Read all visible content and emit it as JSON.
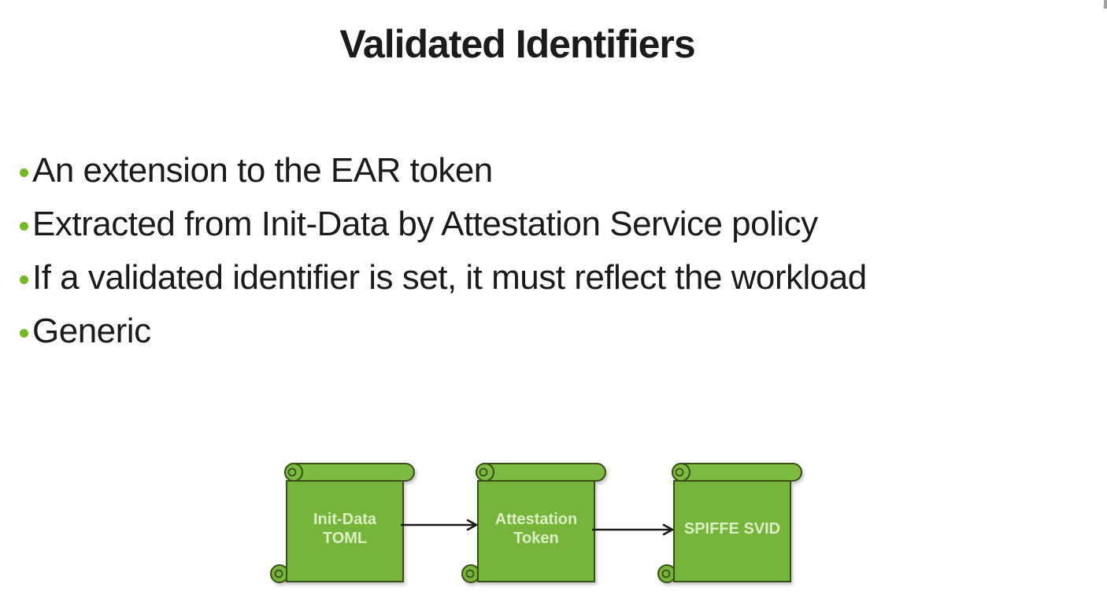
{
  "slide": {
    "title": "Validated Identifiers",
    "bullets": [
      "An extension to the EAR token",
      "Extracted from Init-Data by Attestation Service policy",
      "If a validated identifier is set, it must reflect the workload",
      "Generic"
    ]
  },
  "diagram": {
    "nodes": [
      {
        "lines": [
          "Init-Data",
          "TOML"
        ]
      },
      {
        "lines": [
          "Attestation",
          "Token"
        ]
      },
      {
        "lines": [
          "SPIFFE SVID",
          ""
        ]
      }
    ],
    "flow": "Init-Data TOML -> Attestation Token -> SPIFFE SVID"
  },
  "colors": {
    "scroll_fill": "#77b43c",
    "scroll_roll": "#7cba42",
    "scroll_stroke": "#3a4f16",
    "scroll_text": "#dcefc2",
    "bullet_green": "#76b82a",
    "text_black": "#1b1b1b",
    "arrow_black": "#1a1a1a",
    "background": "#ffffff",
    "sliver_gray": "#a0a0a0"
  }
}
